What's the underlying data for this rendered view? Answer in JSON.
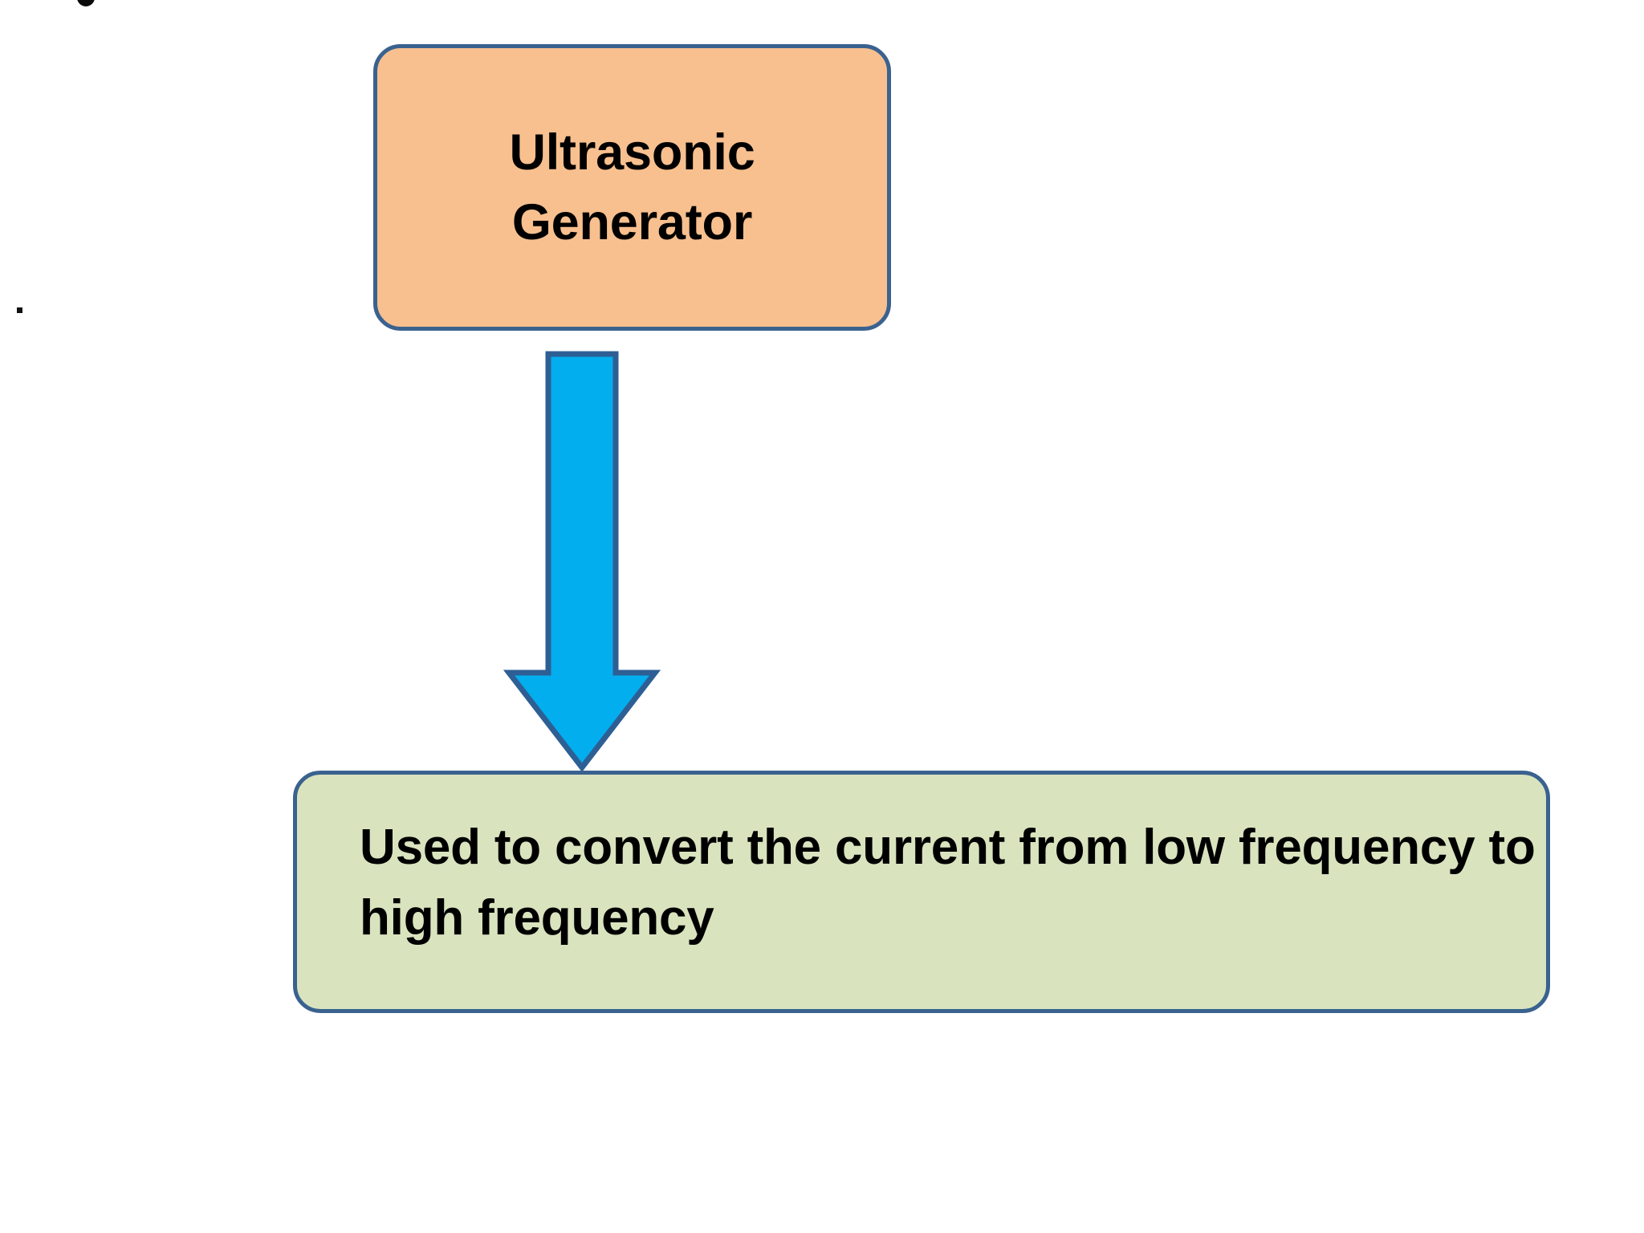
{
  "diagram": {
    "type": "flowchart",
    "orientation": "top-to-bottom",
    "background_color": "#ffffff",
    "border_color": "#3a628f",
    "nodes": [
      {
        "id": "generator",
        "label": "Ultrasonic\nGenerator",
        "line_1": "Ultrasonic",
        "line_2": "Generator",
        "fill_color": "#f8c08f",
        "shape": "rounded-rectangle"
      },
      {
        "id": "description",
        "label": "Used to convert the current from low frequency to high frequency",
        "line_1": "Used to convert the current from low",
        "line_2": "frequency to high frequency",
        "fill_color": "#d9e3be",
        "shape": "rounded-rectangle"
      }
    ],
    "connector": {
      "id": "generator-to-description",
      "kind": "down-arrow",
      "from": "generator",
      "to": "description",
      "fill_color": "#03aeee",
      "stroke_color": "#2e5f94"
    },
    "artifacts": {
      "top_mark": "partial-glyph",
      "left_dot": "."
    }
  }
}
